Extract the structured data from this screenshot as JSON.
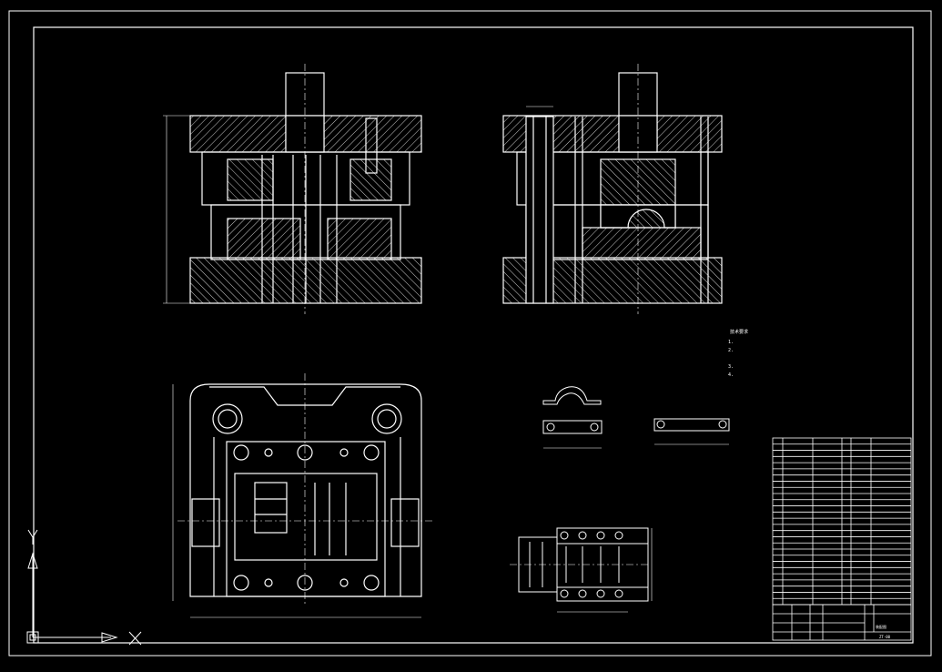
{
  "window": {
    "background": "#000000",
    "line_color": "#ffffff",
    "ucs_color": "#ffffff"
  },
  "notes": {
    "title": "技术要求",
    "lines": [
      "1.",
      "2.",
      "3.",
      "4."
    ]
  },
  "title_block": {
    "drawing_name": "装配图",
    "drawing_no": "ZT-00"
  },
  "icons": {
    "ucs": "ucs-axis-icon",
    "x_mark": "ucs-x-icon"
  }
}
